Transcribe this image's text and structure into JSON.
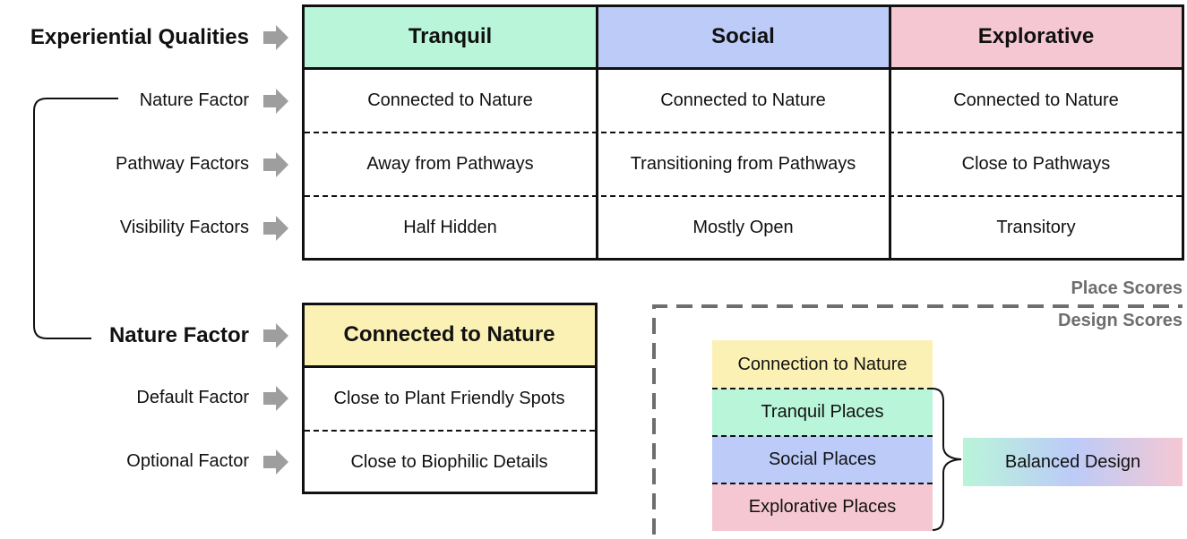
{
  "top": {
    "row_labels": {
      "experiential": "Experiential Qualities",
      "nature": "Nature Factor",
      "pathway": "Pathway Factors",
      "visibility": "Visibility Factors"
    },
    "columns": [
      {
        "header": "Tranquil",
        "color": "#b9f5d9",
        "nature": "Connected to Nature",
        "pathway": "Away from Pathways",
        "visibility": "Half Hidden"
      },
      {
        "header": "Social",
        "color": "#bccbf8",
        "nature": "Connected to Nature",
        "pathway": "Transitioning from Pathways",
        "visibility": "Mostly Open"
      },
      {
        "header": "Explorative",
        "color": "#f5c7d3",
        "nature": "Connected to Nature",
        "pathway": "Close to Pathways",
        "visibility": "Transitory"
      }
    ]
  },
  "bottom": {
    "row_labels": {
      "nature": "Nature Factor",
      "default": "Default Factor",
      "optional": "Optional Factor"
    },
    "header": "Connected to Nature",
    "header_color": "#fbf1b5",
    "default": "Close to Plant Friendly Spots",
    "optional": "Close to Biophilic Details"
  },
  "scores": {
    "place_label": "Place Scores",
    "design_label": "Design Scores",
    "rows": [
      {
        "label": "Connection to Nature",
        "color": "#fbf1b5"
      },
      {
        "label": "Tranquil Places",
        "color": "#b9f5d9"
      },
      {
        "label": "Social Places",
        "color": "#bccbf8"
      },
      {
        "label": "Explorative Places",
        "color": "#f5c7d3"
      }
    ],
    "result": "Balanced Design"
  },
  "colors": {
    "arrow": "#9e9e9e",
    "score_label": "#6e6e6e",
    "dashed_frame": "#6e6e6e"
  }
}
